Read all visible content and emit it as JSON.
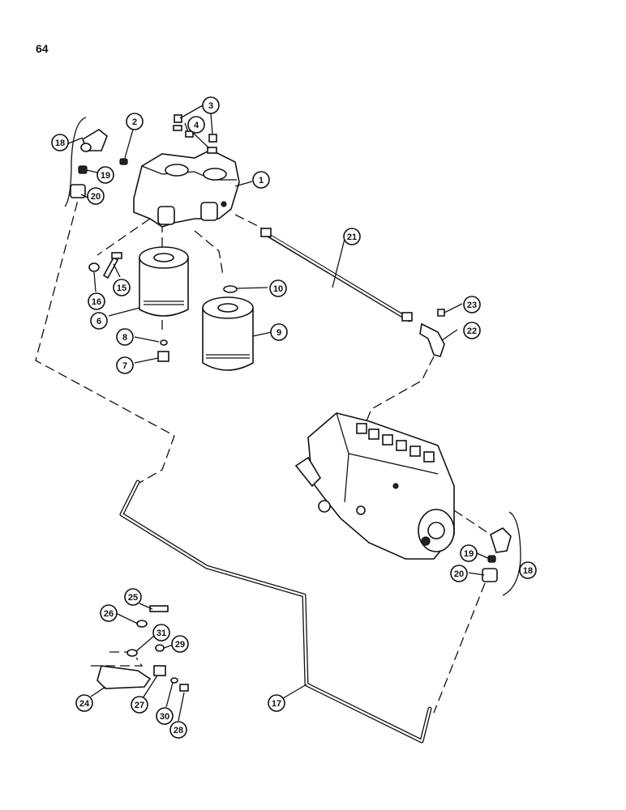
{
  "page_number": "64",
  "callouts": [
    "1",
    "2",
    "3",
    "4",
    "6",
    "7",
    "8",
    "9",
    "10",
    "15",
    "16",
    "18",
    "19",
    "20",
    "21",
    "22",
    "23",
    "17",
    "18",
    "19",
    "20",
    "24",
    "25",
    "26",
    "27",
    "28",
    "29",
    "30",
    "31"
  ]
}
